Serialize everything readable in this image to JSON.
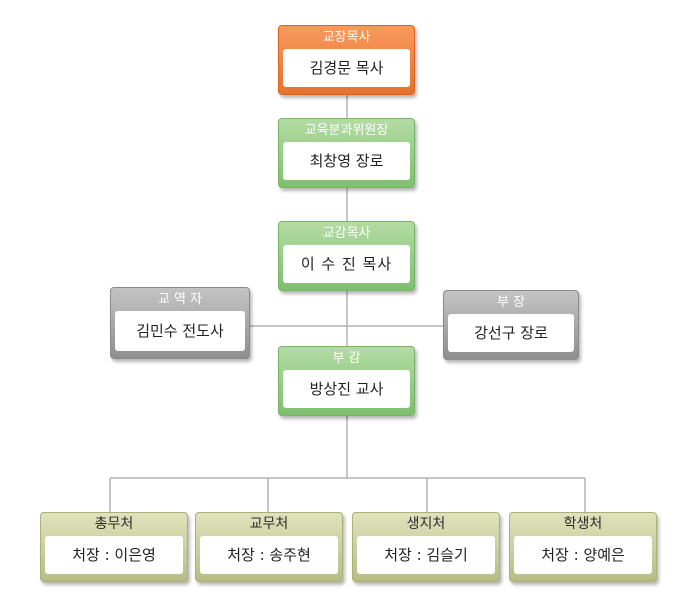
{
  "colors": {
    "leader": "#ec7a35",
    "committee": "#86c274",
    "side": "#9a9a9a",
    "department": "#c5c98f",
    "line": "#b3b3b3"
  },
  "nodes": {
    "principal_pastor": {
      "title": "교장목사",
      "name": "김경문 목사"
    },
    "committee_chair": {
      "title": "교육분과위원장",
      "name": "최창영 장로"
    },
    "vice_principal_pastor": {
      "title": "교감목사",
      "name": "이 수 진 목사"
    },
    "evangelist": {
      "title": "교 역 자",
      "name": "김민수 전도사"
    },
    "principal": {
      "title": "부 장",
      "name": "강선구 장로"
    },
    "vice_principal": {
      "title": "부 감",
      "name": "방상진 교사"
    },
    "departments": [
      {
        "title": "총무처",
        "name": "처장 : 이은영"
      },
      {
        "title": "교무처",
        "name": "처장 : 송주현"
      },
      {
        "title": "생지처",
        "name": "처장 : 김슬기"
      },
      {
        "title": "학생처",
        "name": "처장 : 양예은"
      }
    ]
  }
}
